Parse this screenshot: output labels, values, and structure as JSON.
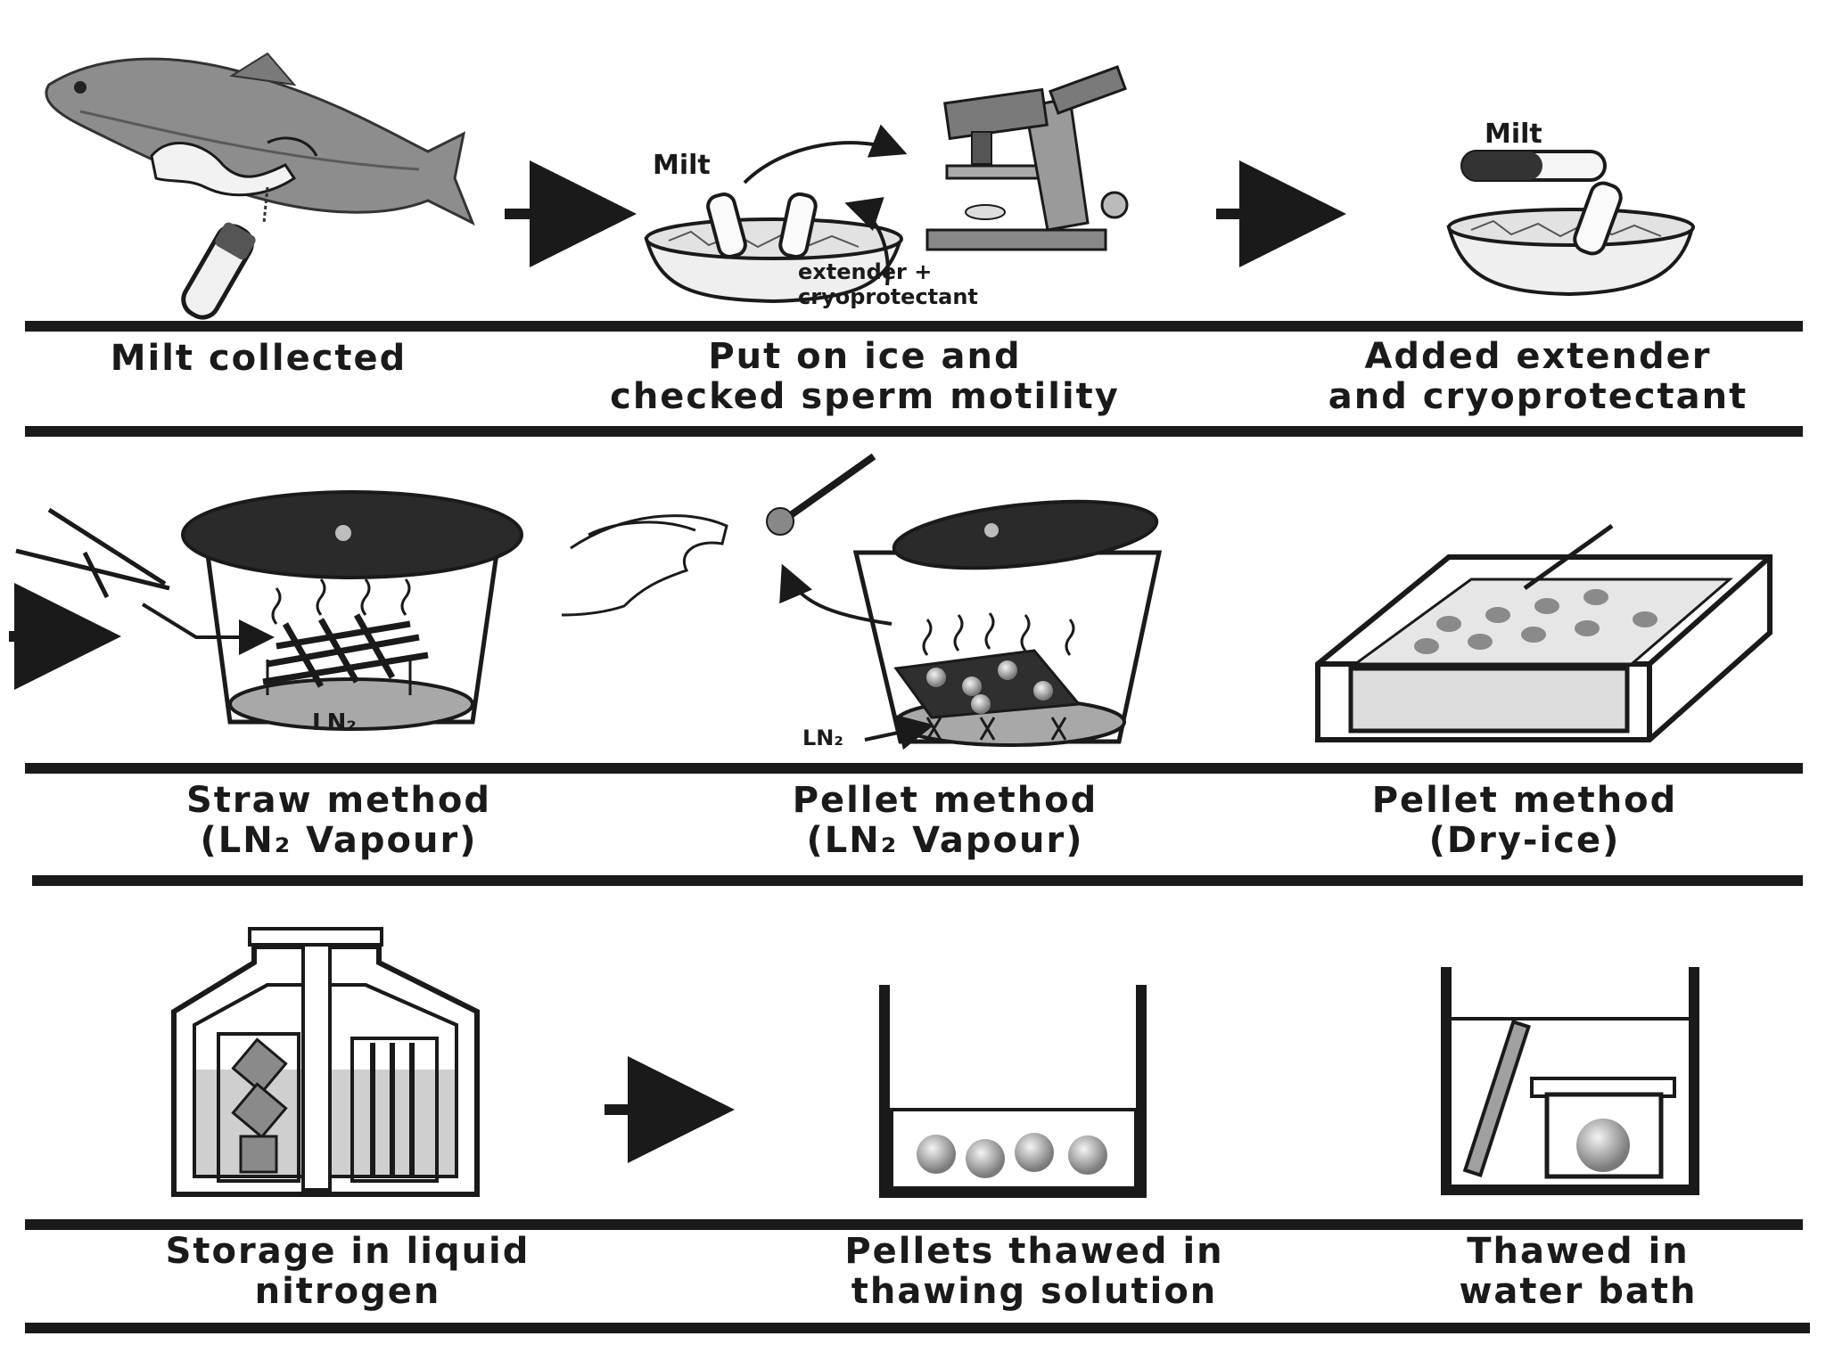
{
  "steps": [
    {
      "caption": [
        "Milt collected"
      ]
    },
    {
      "caption": [
        "Put on ice and",
        "checked sperm motility"
      ]
    },
    {
      "caption": [
        "Added extender",
        "and cryoprotectant"
      ]
    },
    {
      "caption": [
        "Straw method",
        "(LN₂ Vapour)"
      ]
    },
    {
      "caption": [
        "Pellet method",
        "(LN₂ Vapour)"
      ]
    },
    {
      "caption": [
        "Pellet method",
        "(Dry-ice)"
      ]
    },
    {
      "caption": [
        "Storage in liquid",
        "nitrogen"
      ]
    },
    {
      "caption": [
        "Pellets thawed in",
        "thawing solution"
      ]
    },
    {
      "caption": [
        "Thawed in",
        "water bath"
      ]
    }
  ],
  "labels": {
    "milt_a": "Milt",
    "extender_line1": "extender +",
    "extender_line2": "cryoprotectant",
    "milt_b": "Milt",
    "ln2_a": "LN₂",
    "ln2_b": "LN₂"
  },
  "colors": {
    "ink": "#1a1a1a",
    "grey": "#9a9a9a",
    "light": "#d6d6d6",
    "dark": "#333333"
  }
}
